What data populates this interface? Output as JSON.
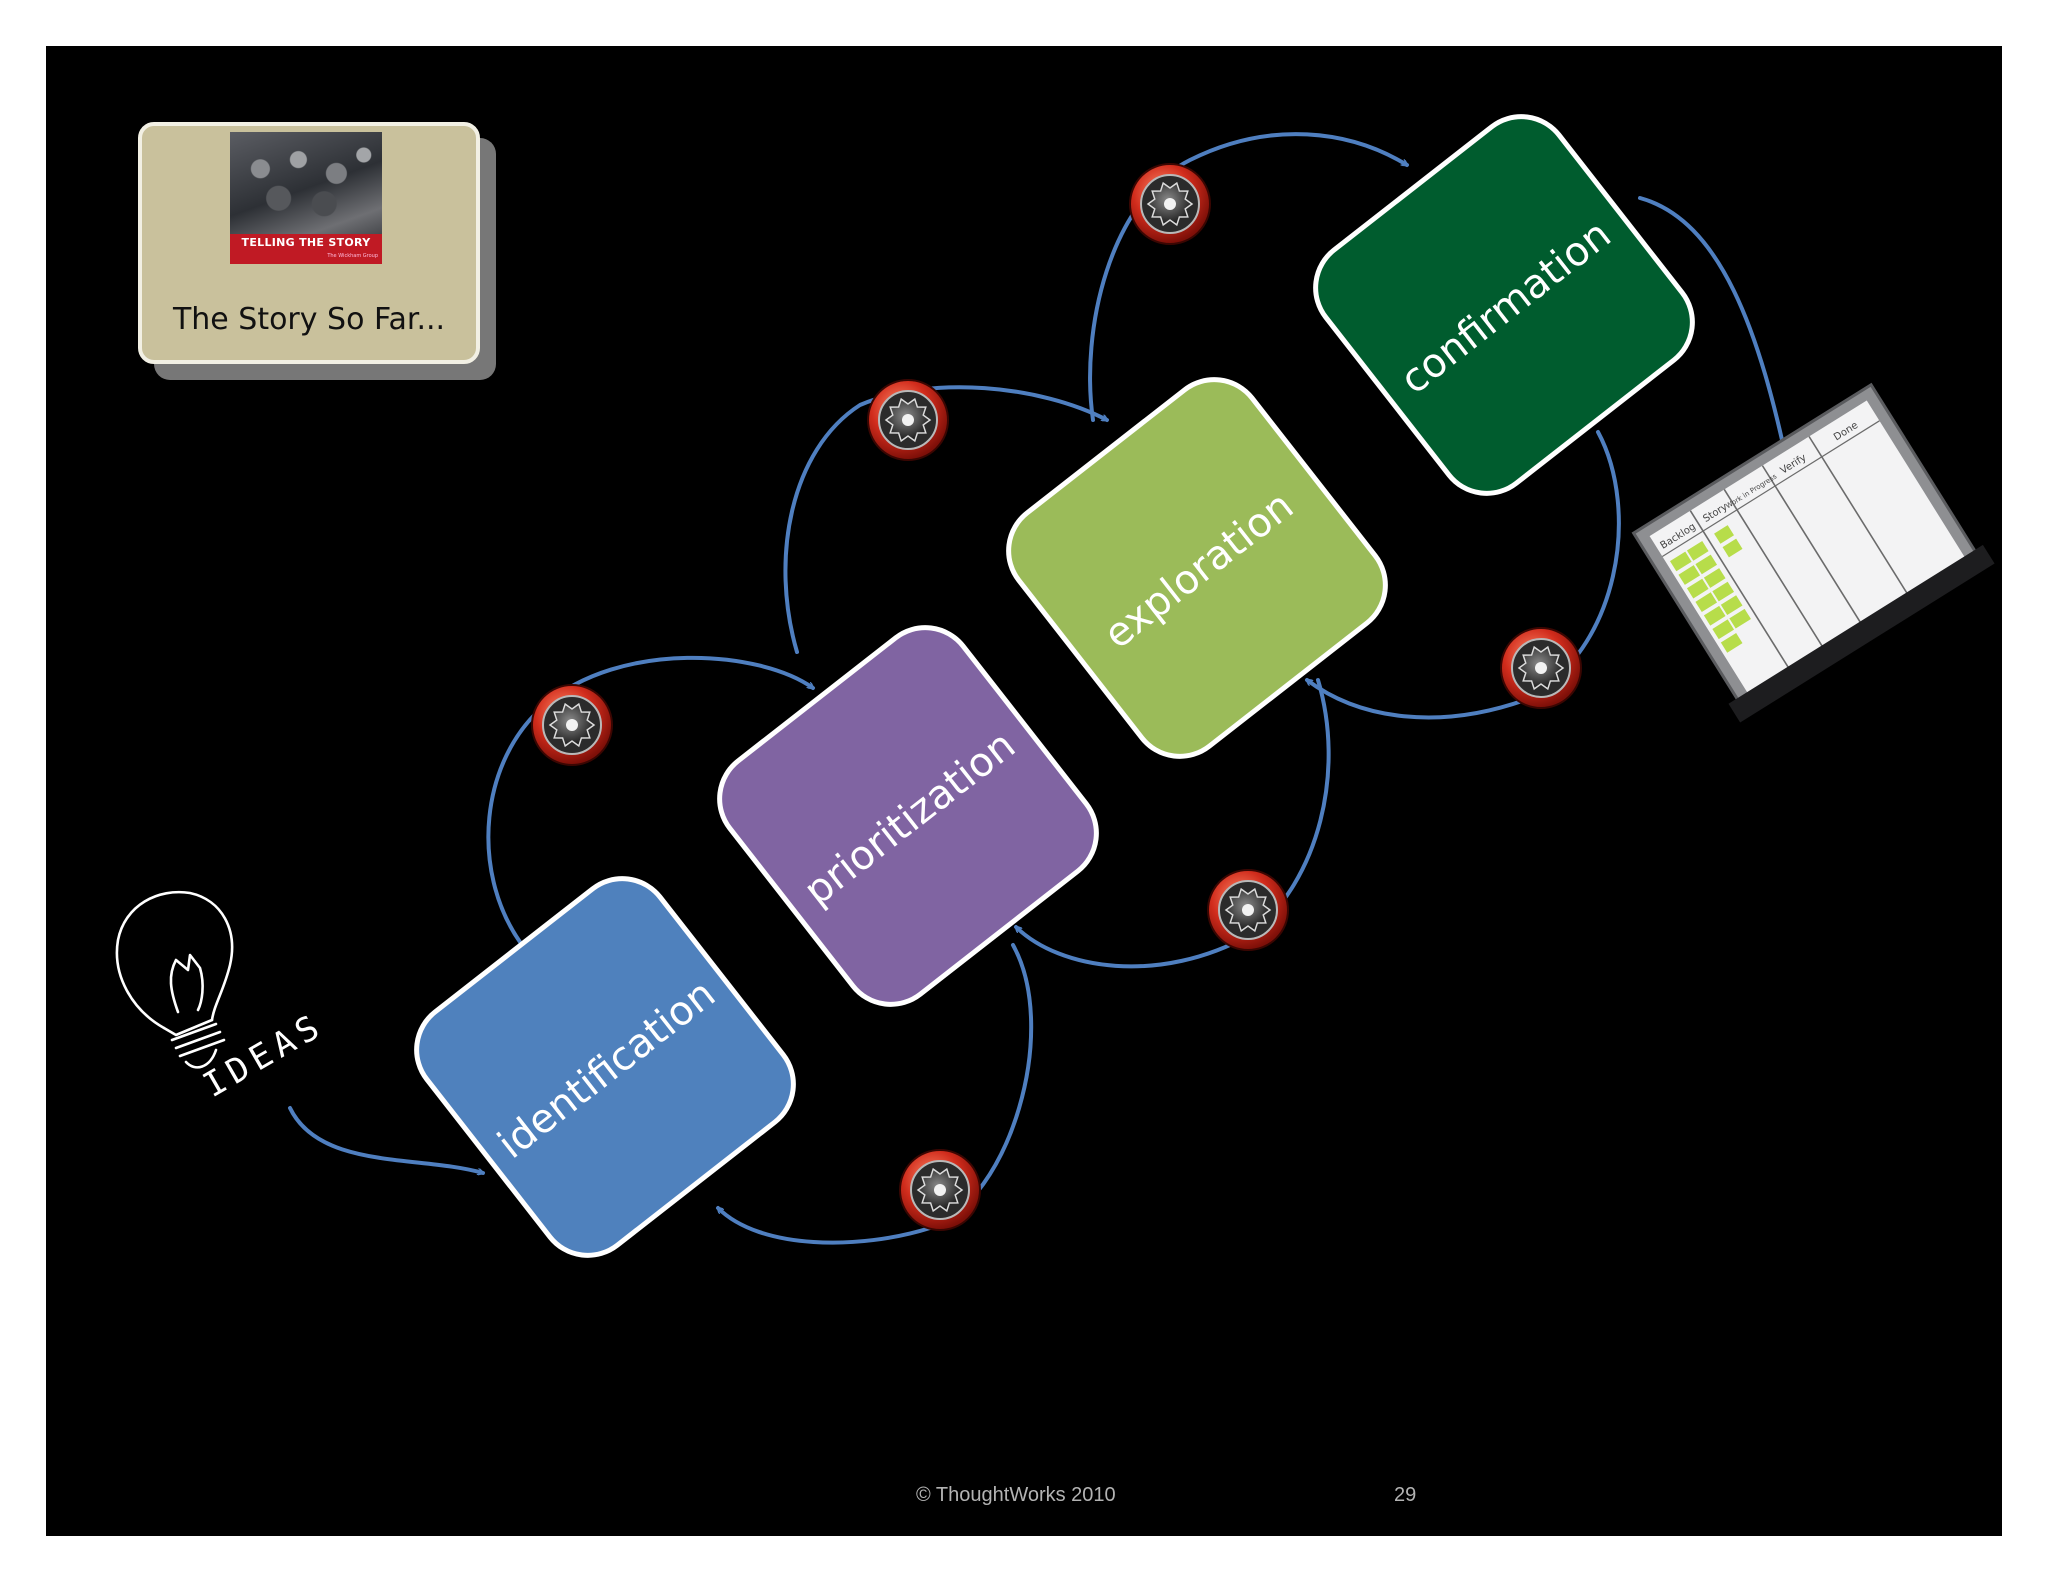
{
  "story_card": {
    "caption": "The Story So Far...",
    "book_title": "TELLING THE STORY",
    "book_publisher": "The Wickham Group"
  },
  "ideas_label": "IDEAS",
  "stages": [
    {
      "label": "identification",
      "color": "#4f81bd"
    },
    {
      "label": "prioritization",
      "color": "#8064a2"
    },
    {
      "label": "exploration",
      "color": "#9bbb59"
    },
    {
      "label": "confirmation",
      "color": "#005c2e"
    }
  ],
  "task_board": {
    "columns": [
      "Backlog",
      "Story",
      "Work in Progress",
      "Verify",
      "Done"
    ]
  },
  "icons": {
    "gear": "gear-icon",
    "lightbulb": "lightbulb-icon"
  },
  "colors": {
    "arrow": "#4f7fc0",
    "gear_outer": "#cf2a1d",
    "background": "#000000"
  },
  "footer": {
    "copyright": "©  ThoughtWorks 2010",
    "page_number": "29"
  }
}
